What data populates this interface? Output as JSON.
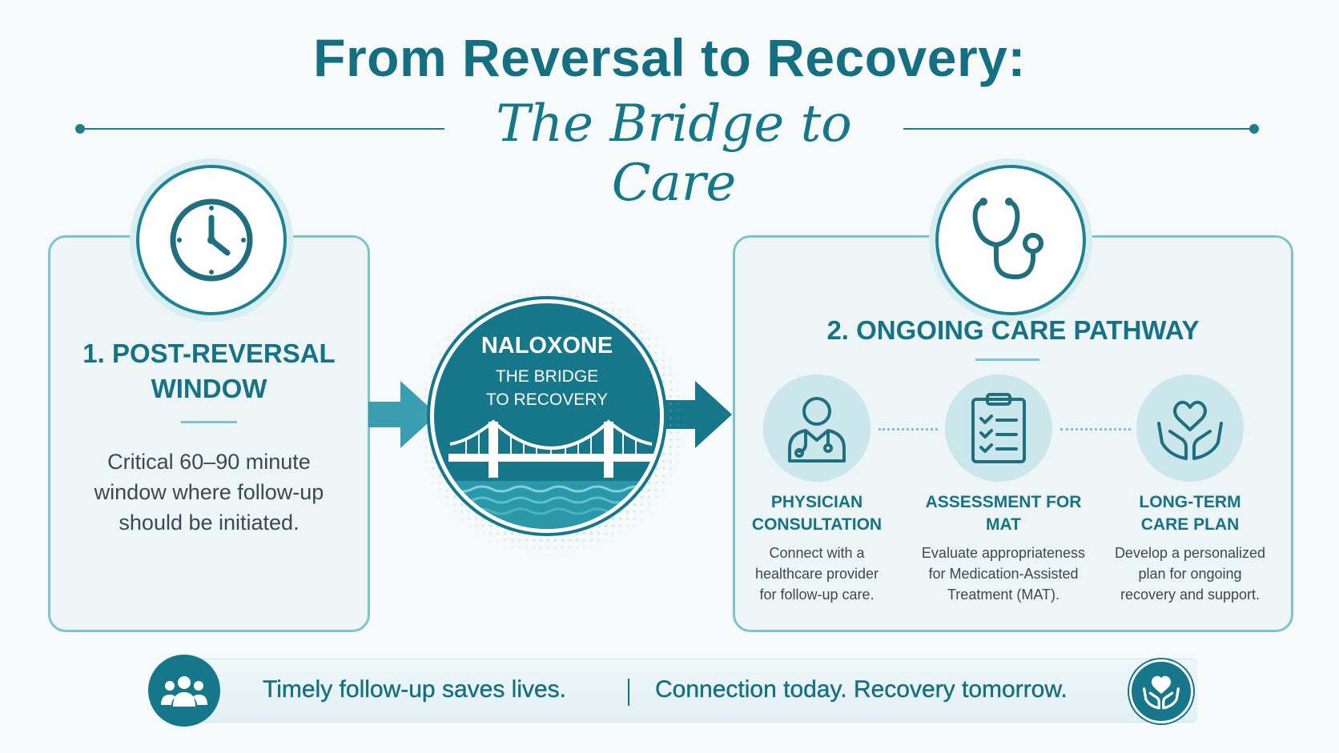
{
  "header": {
    "title": "From Reversal to Recovery:",
    "subtitle": "The Bridge to Care"
  },
  "left_panel": {
    "icon": "clock-icon",
    "title_line1": "1. POST-REVERSAL",
    "title_line2": "WINDOW",
    "body": "Critical 60–90 minute window where follow-up should be initiated."
  },
  "center": {
    "icon": "bridge-icon",
    "heading": "NALOXONE",
    "sub_line1": "THE BRIDGE",
    "sub_line2": "TO RECOVERY"
  },
  "right_panel": {
    "icon": "stethoscope-icon",
    "title": "2. ONGOING CARE PATHWAY",
    "steps": [
      {
        "icon": "physician-icon",
        "title_line1": "PHYSICIAN",
        "title_line2": "CONSULTATION",
        "desc_line1": "Connect with a",
        "desc_line2": "healthcare provider",
        "desc_line3": "for follow-up care."
      },
      {
        "icon": "clipboard-icon",
        "title_line1": "ASSESSMENT FOR",
        "title_line2": "MAT",
        "desc_line1": "Evaluate appropriateness",
        "desc_line2": "for Medication-Assisted",
        "desc_line3": "Treatment (MAT)."
      },
      {
        "icon": "heart-hands-icon",
        "title_line1": "LONG-TERM",
        "title_line2": "CARE PLAN",
        "desc_line1": "Develop a personalized",
        "desc_line2": "plan for ongoing",
        "desc_line3": "recovery and support."
      }
    ]
  },
  "banner": {
    "left_icon": "people-icon",
    "right_icon": "heart-hands-icon",
    "text1": "Timely follow-up saves lives.",
    "text2": "Connection today. Recovery tomorrow."
  },
  "colors": {
    "primary": "#16778a",
    "light_border": "#7ec3cf",
    "panel_bg": "#edf5f7",
    "step_circle": "#cbe7ec"
  }
}
